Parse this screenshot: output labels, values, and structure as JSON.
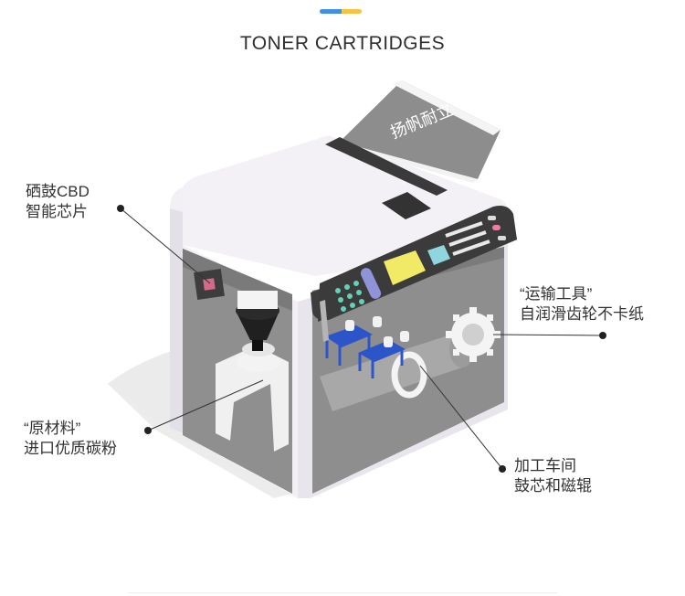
{
  "header": {
    "title": "TONER CARTRIDGES",
    "accent_colors": [
      "#3f8fe8",
      "#f5c443"
    ]
  },
  "machine": {
    "paper_text": "扬帆耐立"
  },
  "callouts": [
    {
      "id": "chip",
      "line1": "硒鼓CBD",
      "line2": "智能芯片"
    },
    {
      "id": "transport",
      "line1": "“运输工具”",
      "line2": "自润滑齿轮不卡纸"
    },
    {
      "id": "material",
      "line1": "“原材料”",
      "line2": "进口优质碳粉"
    },
    {
      "id": "workshop",
      "line1": "加工车间",
      "line2": "鼓芯和磁辊"
    }
  ],
  "colors": {
    "body": "#f4f1f6",
    "body_side": "#e7e3eb",
    "interior": "#8f8f8f",
    "interior_dark": "#777777",
    "panel": "#3d3d3d",
    "shadow": "#e8e8e8"
  }
}
